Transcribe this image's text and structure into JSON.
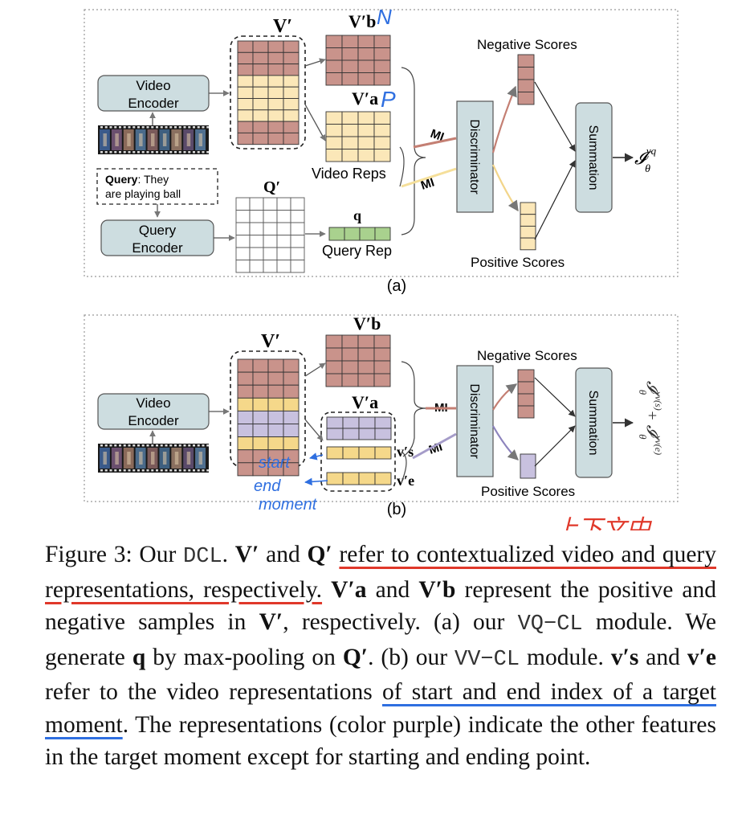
{
  "panel_a": {
    "label": "(a)",
    "v_prime": "V′",
    "v_b": "V′b",
    "v_b_note": "N",
    "v_a": "V′a",
    "v_a_note": "P",
    "video_encoder": "Video Encoder",
    "query_encoder": "Query Encoder",
    "query_label": "Query",
    "query_text": ": They are playing ball",
    "q_prime": "Q′",
    "q": "q",
    "video_reps": "Video Reps",
    "query_rep": "Query Rep",
    "mi_top": "MI",
    "mi_bottom": "MI",
    "discriminator": "Discriminator",
    "summation": "Summation",
    "negative_scores": "Negative Scores",
    "positive_scores": "Positive  Scores",
    "output": "→ I",
    "output_sup": "vq",
    "output_sub": "θ"
  },
  "panel_b": {
    "label": "(b)",
    "v_prime": "V′",
    "v_b": "V′b",
    "v_a": "V′a",
    "v_s": "v′s",
    "v_e": "v′e",
    "video_encoder": "Video Encoder",
    "mi_top": "MI",
    "mi_bottom": "MI",
    "discriminator": "Discriminator",
    "summation": "Summation",
    "negative_scores": "Negative Scores",
    "positive_scores": "Positive  Scores",
    "output": "I^{vv(s)}_θ + I^{vv(e)}_θ",
    "note_start": "start",
    "note_end": "end",
    "note_moment": "moment"
  },
  "caption_annotation": "上下文中",
  "caption": {
    "prefix": "Figure 3: Our ",
    "dcl": "DCL",
    "p1": ". ",
    "v": "V′",
    "and1": " and ",
    "q": "Q′",
    "underlined_red": "refer to contextualized video and query representations, respectively.",
    "s2a": " ",
    "va": "V′a",
    "and2": " and ",
    "vb": "V′b",
    "s2b": " represent the positive and negative samples in ",
    "v2": "V′",
    "s2c": ", respectively. (a) our ",
    "vqcl": "VQ−CL",
    "s3": " module. We generate ",
    "qb": "q",
    "s4": " by max-pooling on ",
    "q2": "Q′",
    "s5": ". (b) our ",
    "vvcl": "VV−CL",
    "s6": " module. ",
    "vs": "v′s",
    "and3": " and ",
    "ve": "v′e",
    "s7": " refer to the video representations ",
    "underlined_blue": "of start and end index of a target moment",
    "s8": ". The representations (color purple) indicate the other features in the target moment except for starting and ending point."
  },
  "colors": {
    "neg": "#c9938b",
    "pos": "#fbe7b8",
    "pos_dark": "#f5d88a",
    "purple": "#c8c1df",
    "green": "#a9d18e",
    "box": "#cddde0",
    "red_ink": "#e0382a",
    "blue_ink": "#2f6fe0"
  }
}
